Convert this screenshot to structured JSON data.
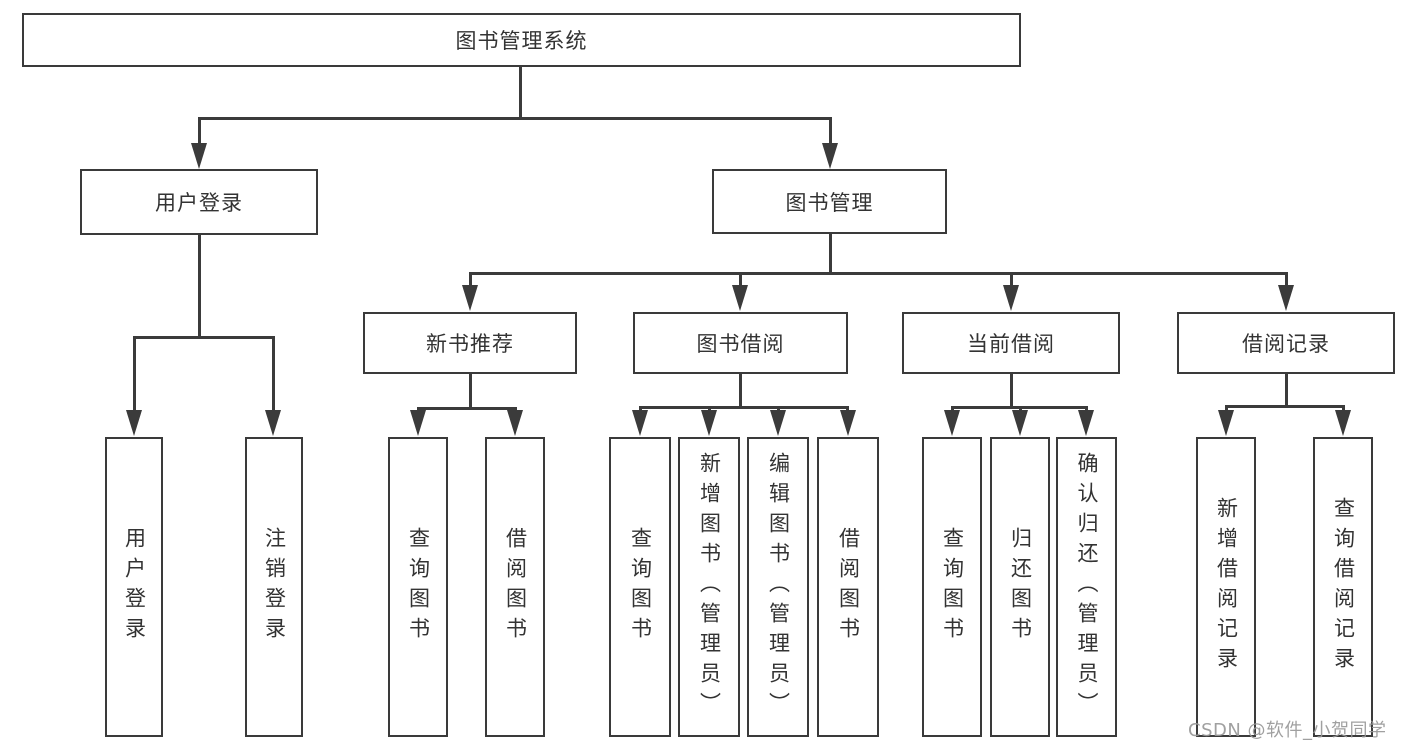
{
  "diagram": {
    "root": "图书管理系统",
    "branches": [
      {
        "label": "用户登录",
        "children": [
          "用户登录",
          "注销登录"
        ]
      },
      {
        "label": "图书管理",
        "subBranches": [
          {
            "label": "新书推荐",
            "children": [
              "查询图书",
              "借阅图书"
            ]
          },
          {
            "label": "图书借阅",
            "children": [
              "查询图书",
              "新增图书（管理员）",
              "编辑图书（管理员）",
              "借阅图书"
            ]
          },
          {
            "label": "当前借阅",
            "children": [
              "查询图书",
              "归还图书",
              "确认归还（管理员）"
            ]
          },
          {
            "label": "借阅记录",
            "children": [
              "新增借阅记录",
              "查询借阅记录"
            ]
          }
        ]
      }
    ]
  },
  "watermark": "CSDN @软件_小贺同学",
  "colors": {
    "line": "#3b3b3b",
    "box_border": "#3a3a3a",
    "text": "#333333",
    "background": "#ffffff",
    "watermark": "#989898"
  }
}
